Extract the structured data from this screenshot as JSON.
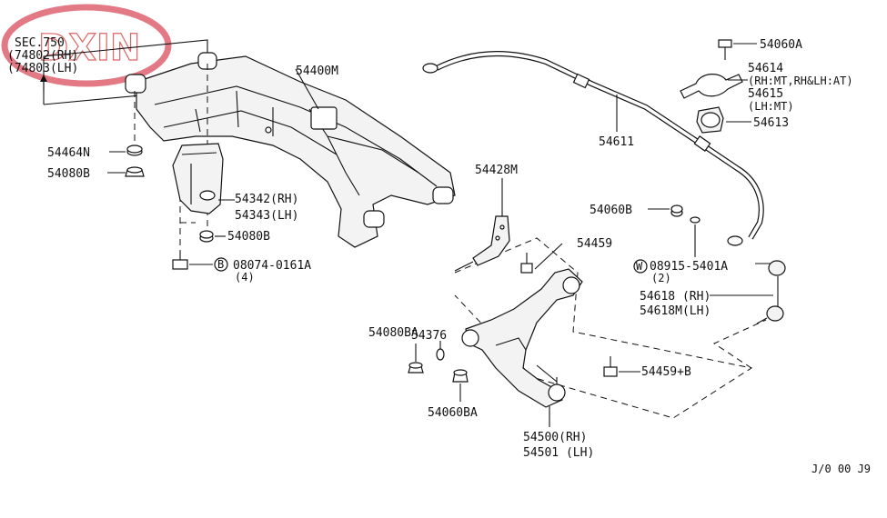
{
  "logo": {
    "text": "DXIN",
    "color": "#d94c5c"
  },
  "footer_code": "J/0 00 J9",
  "labels": {
    "sec750": "SEC.750",
    "p74802": "(74802(RH)",
    "p74803": "(74803(LH)",
    "p54400M": "54400M",
    "p54464N": "54464N",
    "p54080B_a": "54080B",
    "p54342": "54342(RH)",
    "p54343": "54343(LH)",
    "p54080B_b": "54080B",
    "p08074": "08074-0161A",
    "p08074_qty": "(4)",
    "p08074_marker": "B",
    "p54060A": "54060A",
    "p54614": "54614",
    "p54614_note": "(RH:MT,RH&LH:AT)",
    "p54615": "54615",
    "p54615_note": "(LH:MT)",
    "p54613": "54613",
    "p54611": "54611",
    "p54428M": "54428M",
    "p54060B": "54060B",
    "p54459": "54459",
    "p08915": "08915-5401A",
    "p08915_qty": "(2)",
    "p08915_marker": "W",
    "p54618": "54618 (RH)",
    "p54618M": "54618M(LH)",
    "p54376": "54376",
    "p54080BA": "54080BA",
    "p54459B": "54459+B",
    "p54060BA": "54060BA",
    "p54500": "54500(RH)",
    "p54501": "54501 (LH)"
  }
}
